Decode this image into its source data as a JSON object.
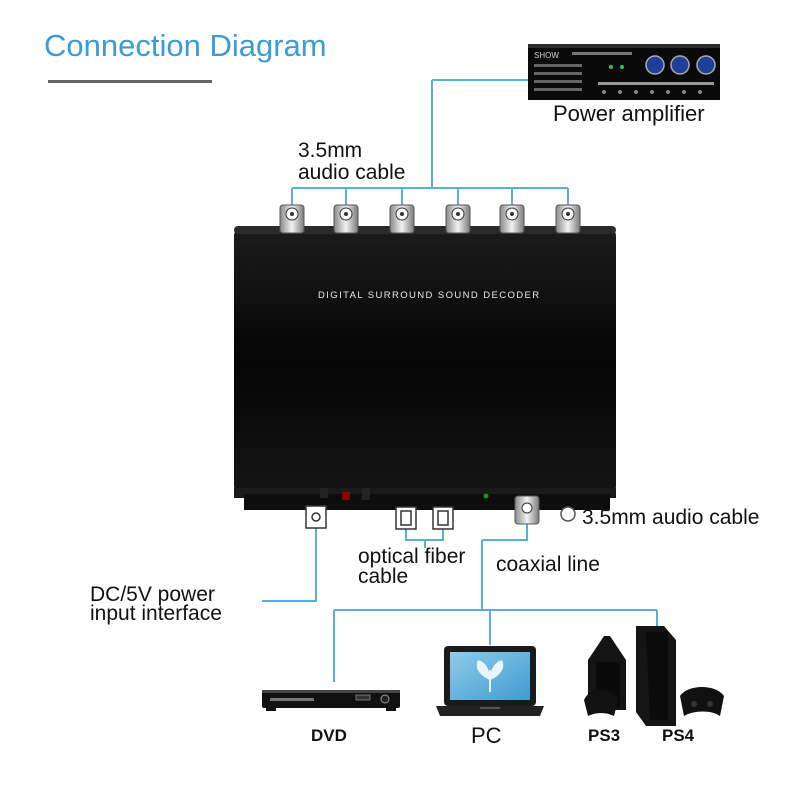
{
  "title": "Connection Diagram",
  "device": {
    "panel_text": "DIGITAL SURROUND SOUND DECODER",
    "amp_brand": "SHOW"
  },
  "labels": {
    "power_amplifier": "Power amplifier",
    "audio_cable_top_1": "3.5mm",
    "audio_cable_top_2": "audio cable",
    "audio_cable_right": "3.5mm audio cable",
    "optical_1": "optical fiber",
    "optical_2": "cable",
    "coaxial": "coaxial line",
    "dc_1": "DC/5V power",
    "dc_2": "input interface",
    "dvd": "DVD",
    "pc": "PC",
    "ps3": "PS3",
    "ps4": "PS4"
  },
  "colors": {
    "accent": "#3a9bd5",
    "line": "#5aaedd",
    "device_body": "#0b0b0b"
  }
}
